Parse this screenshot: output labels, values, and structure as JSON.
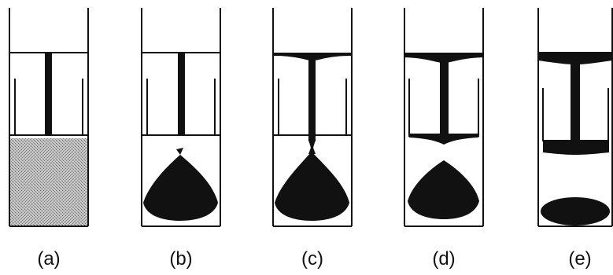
{
  "panels": [
    {
      "label": "(a)"
    },
    {
      "label": "(b)"
    },
    {
      "label": "(c)"
    },
    {
      "label": "(d)"
    },
    {
      "label": "(e)"
    }
  ],
  "colors": {
    "ink": "#111111",
    "fill": "#111111",
    "stipple": "#9a9a9a",
    "background": "#ffffff"
  }
}
